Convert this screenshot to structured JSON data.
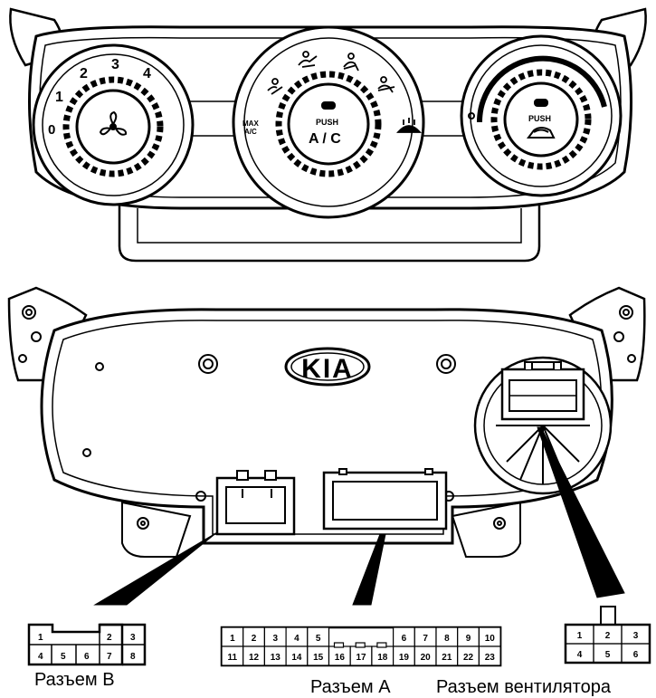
{
  "front_panel": {
    "fan_knob": {
      "positions": [
        "0",
        "1",
        "2",
        "3",
        "4"
      ],
      "icon": "fan-icon"
    },
    "mode_knob": {
      "max_ac": [
        "MAX",
        "A/C"
      ],
      "push": "PUSH",
      "label": "A / C",
      "icons": [
        "vent-face-icon",
        "vent-bilevel-icon",
        "vent-floor-icon",
        "vent-floor-defrost-icon",
        "defrost-icon"
      ]
    },
    "temp_knob": {
      "push": "PUSH",
      "icon": "recirculation-icon"
    }
  },
  "rear_panel": {
    "logo": "KIA"
  },
  "connectors": {
    "b": {
      "label": "Разъем B",
      "top_row": [
        "1",
        "",
        "2",
        "3"
      ],
      "bottom_row": [
        "4",
        "5",
        "6",
        "7",
        "8"
      ]
    },
    "a": {
      "label": "Разъем A",
      "top_row": [
        "1",
        "2",
        "3",
        "4",
        "5",
        "",
        "6",
        "7",
        "8",
        "9",
        "10"
      ],
      "bottom_row": [
        "11",
        "12",
        "13",
        "14",
        "15",
        "16",
        "17",
        "18",
        "19",
        "20",
        "21",
        "22",
        "23"
      ]
    },
    "fan": {
      "label": "Разъем вентилятора",
      "top_row": [
        "1",
        "2",
        "3"
      ],
      "bottom_row": [
        "4",
        "5",
        "6"
      ]
    }
  }
}
